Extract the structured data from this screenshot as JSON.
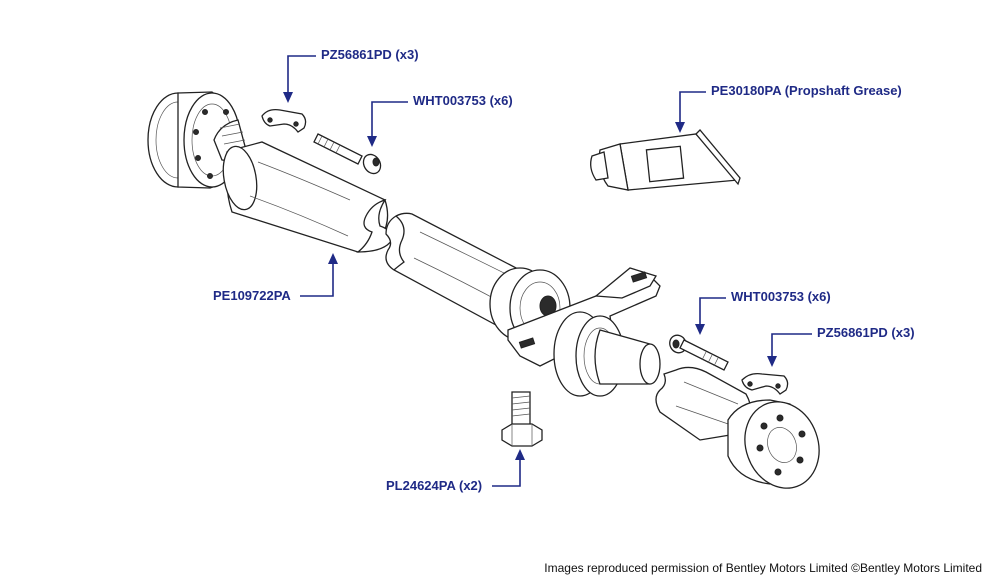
{
  "callouts": [
    {
      "id": "bearing-caps-top",
      "text": "PZ56861PD (x3)"
    },
    {
      "id": "bolts-top",
      "text": "WHT003753 (x6)"
    },
    {
      "id": "grease",
      "text": "PE30180PA (Propshaft Grease)"
    },
    {
      "id": "propshaft",
      "text": "PE109722PA"
    },
    {
      "id": "bolts-bottom",
      "text": "WHT003753 (x6)"
    },
    {
      "id": "bearing-caps-bottom",
      "text": "PZ56861PD (x3)"
    },
    {
      "id": "mount-bolt",
      "text": "PL24624PA (x2)"
    }
  ],
  "credit": "Images reproduced permission of Bentley Motors Limited ©Bentley Motors Limited",
  "colors": {
    "label": "#1f2a86",
    "line": "#222222"
  }
}
